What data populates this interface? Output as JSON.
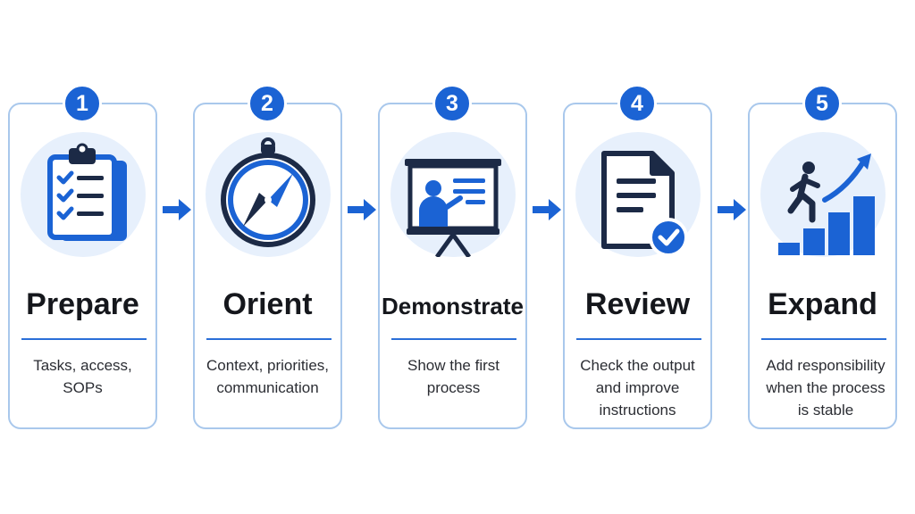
{
  "steps": [
    {
      "number": "1",
      "title": "Prepare",
      "description": "Tasks, access, SOPs",
      "icon": "clipboard-checklist-icon"
    },
    {
      "number": "2",
      "title": "Orient",
      "description": "Context, priorities, communication",
      "icon": "compass-icon"
    },
    {
      "number": "3",
      "title": "Demonstrate",
      "description": "Show the first process",
      "icon": "presentation-board-icon"
    },
    {
      "number": "4",
      "title": "Review",
      "description": "Check the output and improve instructions",
      "icon": "document-check-icon"
    },
    {
      "number": "5",
      "title": "Expand",
      "description": "Add responsibility when the process is stable",
      "icon": "growth-stairs-icon"
    }
  ],
  "colors": {
    "accent": "#1b63d4",
    "card_border": "#a9c8ec",
    "icon_background": "#e7f0fc",
    "icon_outline": "#1c2a46",
    "title_text": "#15171c"
  }
}
